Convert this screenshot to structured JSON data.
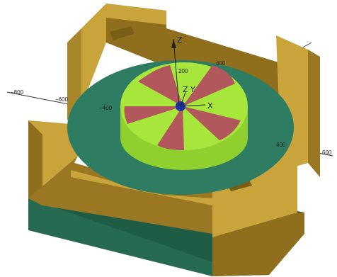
{
  "viewport": {
    "axes": {
      "z_label": "Z",
      "y_label": "Y",
      "x_label": "X",
      "origin_label": "Z Y",
      "ticks": {
        "z_200": "200",
        "y_400": "400",
        "x_neg800": "−800",
        "x_neg600": "−600",
        "x_neg400": "−400",
        "x_400": "400",
        "x_600": "600"
      }
    },
    "colors": {
      "frame_top": "#c9a43a",
      "frame_side": "#8f6f1d",
      "frame_inner": "#7a5e18",
      "plate": "#2e7d62",
      "plate_side": "#1f5c46",
      "cylinder_top": "#a7e63a",
      "cylinder_side": "#8fd02e",
      "sector": "#b2575b",
      "hub": "#1e2fa6"
    }
  }
}
